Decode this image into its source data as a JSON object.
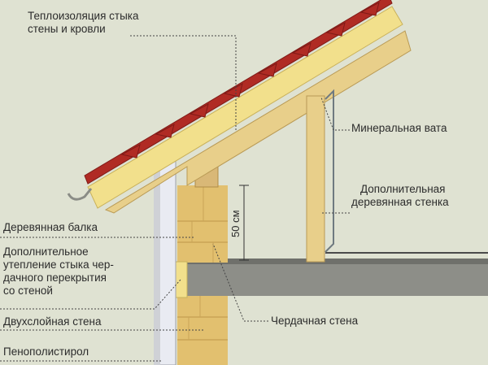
{
  "labels": {
    "roof_insulation_line1": "Теплоизоляция стыка",
    "roof_insulation_line2": "стены и кровли",
    "mineral_wool": "Минеральная вата",
    "extra_wood_wall_line1": "Дополнительная",
    "extra_wood_wall_line2": "деревянная стенка",
    "wood_beam": "Деревянная балка",
    "extra_insulation_line1": "Дополнительное",
    "extra_insulation_line2": "утепление стыка чер-",
    "extra_insulation_line3": "дачного перекрытия",
    "extra_insulation_line4": "со стеной",
    "double_wall": "Двухслойная стена",
    "attic_wall": "Чердачная стена",
    "polystyrene": "Пенополистирол",
    "dimension": "50 см"
  },
  "colors": {
    "background": "#dfe2d2",
    "tile": "#b02b24",
    "wood": "#e8cf8a",
    "insulation": "#f2e08c",
    "brick": "#e2c06f",
    "concrete": "#8d8e88",
    "foam": "#e9ebf2",
    "leader": "#444444"
  }
}
